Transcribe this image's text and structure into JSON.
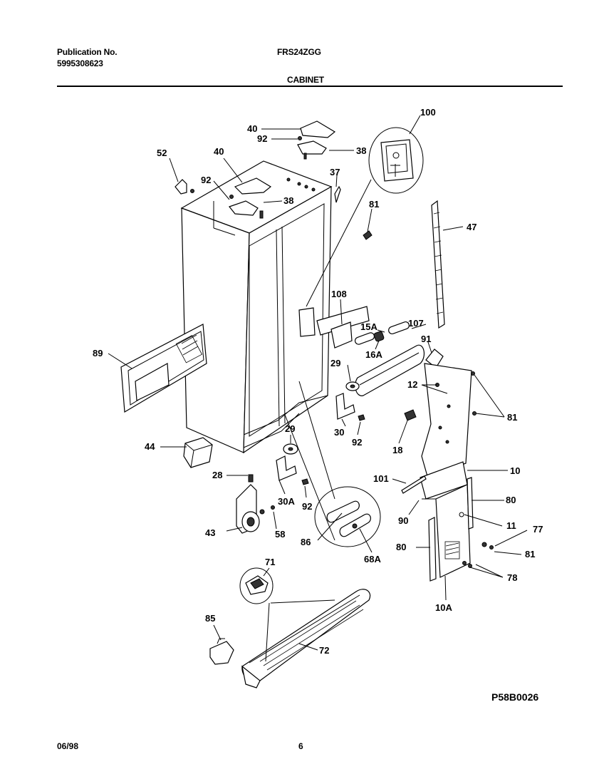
{
  "header": {
    "publication_label": "Publication No.",
    "publication_number": "5995308623",
    "model": "FRS24ZGG",
    "section_title": "CABINET"
  },
  "footer": {
    "date": "06/98",
    "page_number": "6"
  },
  "diagram": {
    "figure_code": "P58B0026",
    "callouts": [
      "100",
      "40",
      "92",
      "38",
      "52",
      "40",
      "92",
      "38",
      "37",
      "81",
      "47",
      "108",
      "15A",
      "107",
      "91",
      "16A",
      "29",
      "12",
      "81",
      "89",
      "30",
      "92",
      "18",
      "44",
      "29",
      "28",
      "30A",
      "92",
      "101",
      "10",
      "80",
      "43",
      "58",
      "86",
      "68A",
      "90",
      "11",
      "77",
      "81",
      "80",
      "78",
      "10A",
      "71",
      "85",
      "72"
    ]
  }
}
